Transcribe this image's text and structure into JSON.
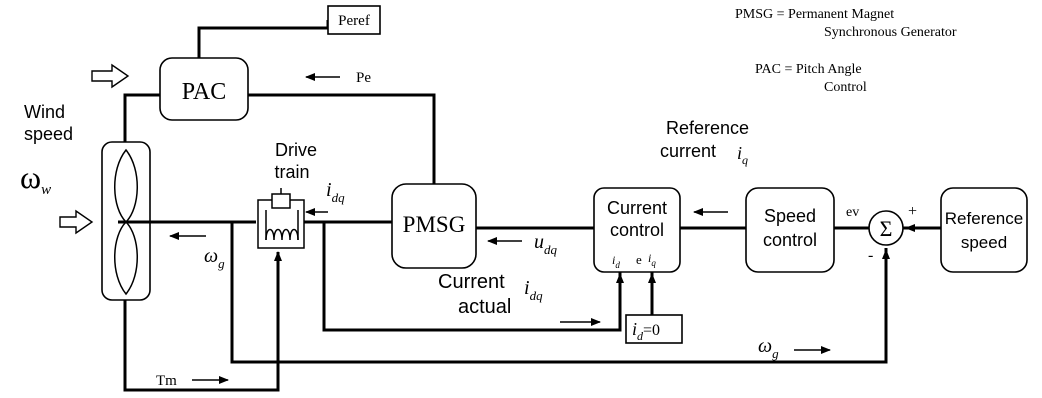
{
  "legend": {
    "pmsg_line1": "PMSG = Permanent Magnet",
    "pmsg_line2": "Synchronous Generator",
    "pac_line1": "PAC = Pitch Angle",
    "pac_line2": "Control"
  },
  "blocks": {
    "peref": "Peref",
    "pac": "PAC",
    "pmsg": "PMSG",
    "current_control_line1": "Current",
    "current_control_line2": "control",
    "speed_control_line1": "Speed",
    "speed_control_line2": "control",
    "reference_speed_line1": "Reference",
    "reference_speed_line2": "speed",
    "id_zero_var": "i",
    "id_zero_sub": "d",
    "id_zero_val": "=0"
  },
  "labels": {
    "wind_speed_line1": "Wind",
    "wind_speed_line2": "speed",
    "omega_w_symbol": "ω",
    "omega_w_sub": "w",
    "drive_train_line1": "Drive",
    "drive_train_line2": "train",
    "idq_var": "i",
    "idq_sub": "dq",
    "omega_g_symbol": "ω",
    "omega_g_sub": "g",
    "pe": "Pe",
    "udq_var": "u",
    "udq_sub": "dq",
    "current_actual_line1": "Current",
    "current_actual_line2": "actual",
    "current_actual_var": "i",
    "current_actual_sub": "dq",
    "reference_current_line1": "Reference",
    "reference_current_line2": "current",
    "reference_current_var": "i",
    "reference_current_sub": "q",
    "cc_id_var": "i",
    "cc_id_sub": "d",
    "cc_e": "e",
    "cc_iq_var": "i",
    "cc_iq_sub": "q",
    "ev": "ev",
    "plus": "+",
    "minus": "-",
    "sigma": "Σ",
    "tm": "Tm",
    "omega_g_bottom_symbol": "ω",
    "omega_g_bottom_sub": "g"
  }
}
